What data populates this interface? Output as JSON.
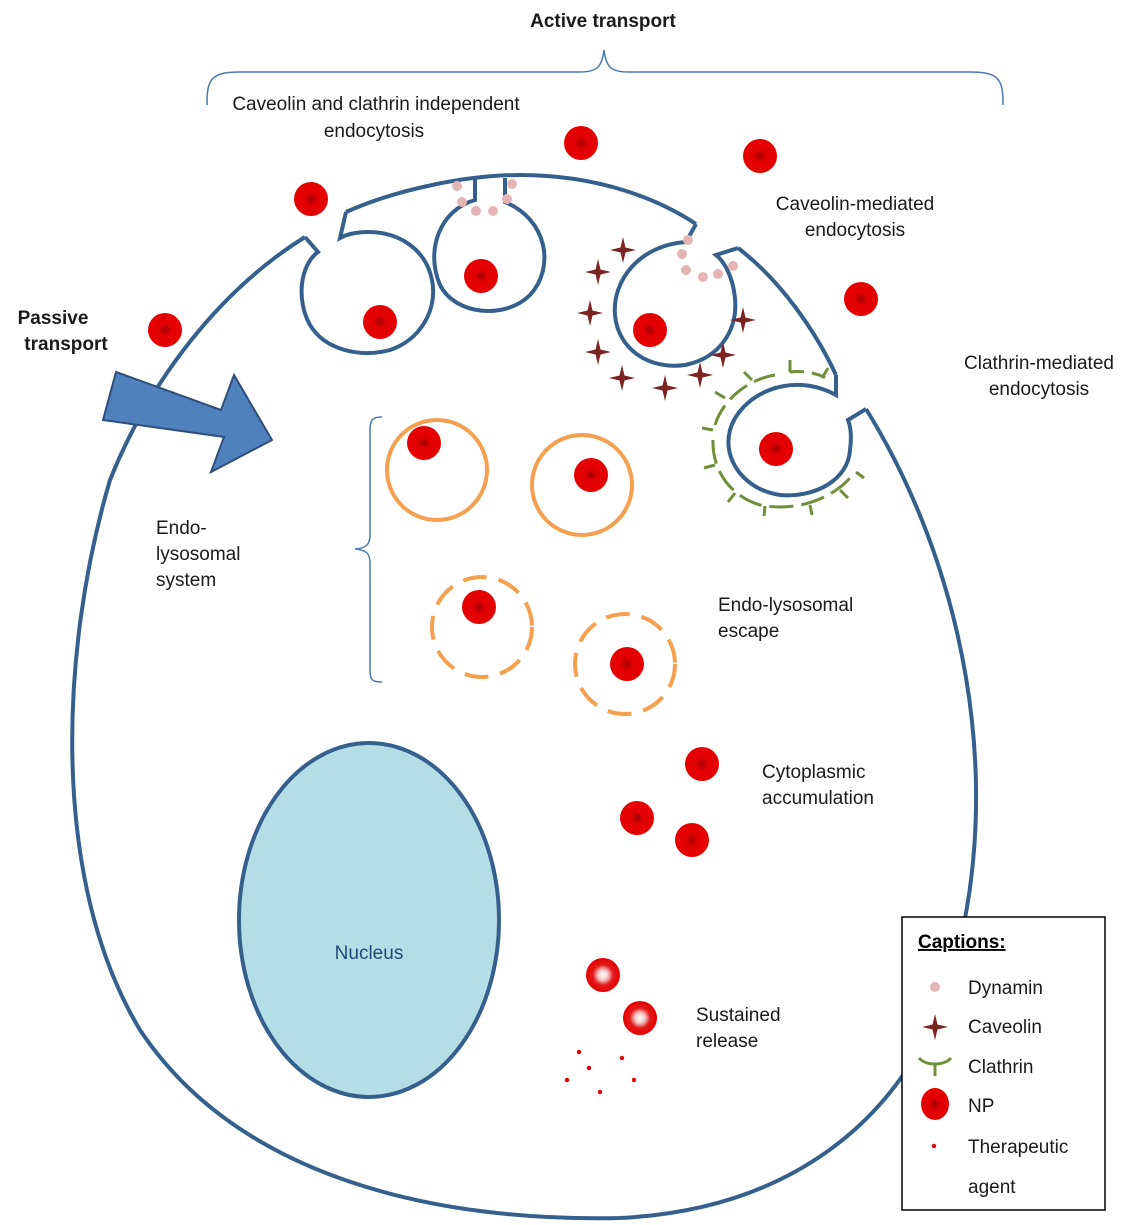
{
  "labels": {
    "active_transport": "Active transport",
    "passive_transport_1": "Passive",
    "passive_transport_2": "transport",
    "cc_independent_1": "Caveolin and clathrin independent",
    "cc_independent_2": "endocytosis",
    "caveolin_mediated_1": "Caveolin-mediated",
    "caveolin_mediated_2": "endocytosis",
    "clathrin_mediated_1": "Clathrin-mediated",
    "clathrin_mediated_2": "endocytosis",
    "endo_lysosomal_system_1": "Endo-",
    "endo_lysosomal_system_2": "lysosomal",
    "endo_lysosomal_system_3": "system",
    "endo_lysosomal_escape_1": "Endo-lysosomal",
    "endo_lysosomal_escape_2": "escape",
    "cytoplasmic_accumulation_1": "Cytoplasmic",
    "cytoplasmic_accumulation_2": "accumulation",
    "sustained_release_1": "Sustained",
    "sustained_release_2": "release",
    "nucleus": "Nucleus"
  },
  "legend": {
    "title": "Captions:",
    "items": [
      {
        "icon": "dynamin-dot-icon",
        "label": "Dynamin"
      },
      {
        "icon": "caveolin-star-icon",
        "label": "Caveolin"
      },
      {
        "icon": "clathrin-icon",
        "label": "Clathrin"
      },
      {
        "icon": "np-sphere-icon",
        "label": "NP"
      },
      {
        "icon": "therapeutic-dot-icon",
        "label": "Therapeutic"
      }
    ],
    "last_line": "agent"
  },
  "colors": {
    "membrane": "#35608e",
    "nucleus_fill": "#b5dde6",
    "nucleus_text": "#1f4a78",
    "np_red": "#e10000",
    "endosome_orange": "#f4a04e",
    "dynamin_pink": "#e5b5b5",
    "caveolin_brown": "#7a2424",
    "clathrin_green": "#6f8f3a",
    "arrow_blue": "#4f81bd",
    "bracket_blue": "#4a7ab0"
  }
}
